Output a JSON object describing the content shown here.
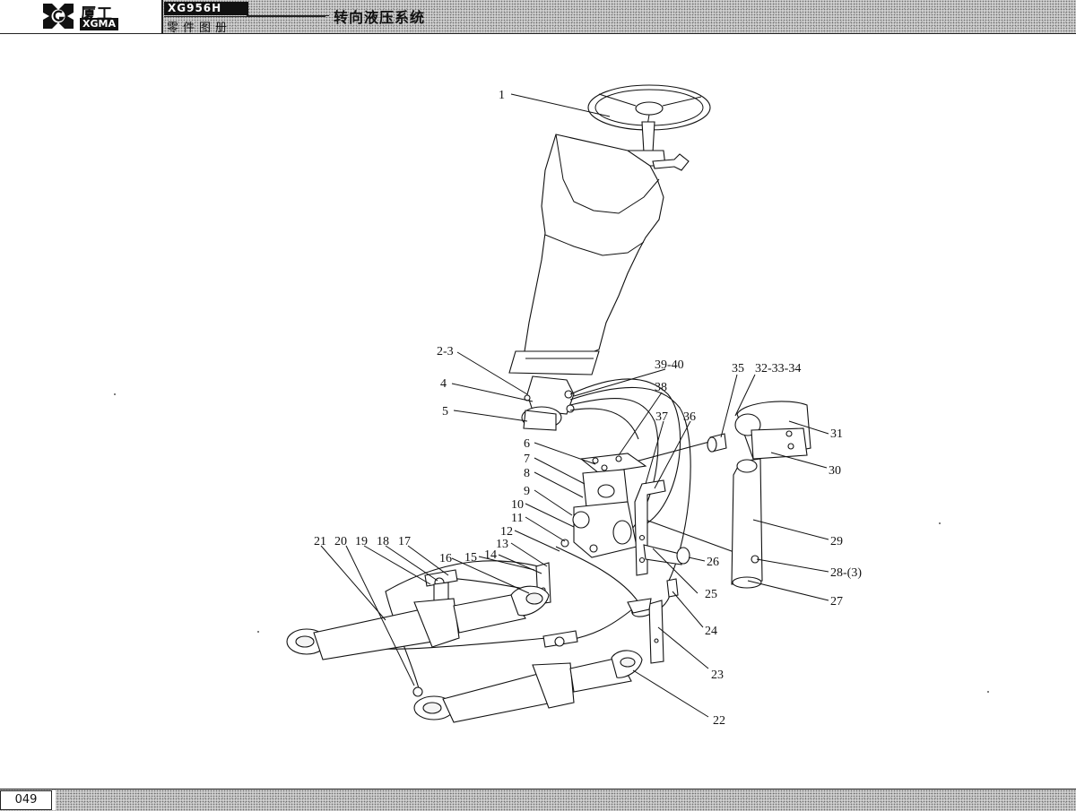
{
  "header": {
    "brand_cn": "厦工",
    "brand_en": "XGMA",
    "model": "XG956H",
    "catalog": "零件图册",
    "section_title": "转向液压系统"
  },
  "footer": {
    "page_number": "049"
  },
  "callouts": {
    "c1": "1",
    "c2_3": "2-3",
    "c4": "4",
    "c5": "5",
    "c6": "6",
    "c7": "7",
    "c8": "8",
    "c9": "9",
    "c10": "10",
    "c11": "11",
    "c12": "12",
    "c13": "13",
    "c14": "14",
    "c15": "15",
    "c16": "16",
    "c17": "17",
    "c18": "18",
    "c19": "19",
    "c20": "20",
    "c21": "21",
    "c22": "22",
    "c23": "23",
    "c24": "24",
    "c25": "25",
    "c26": "26",
    "c27": "27",
    "c28_3": "28-(3)",
    "c29": "29",
    "c30": "30",
    "c31": "31",
    "c32_33_34": "32-33-34",
    "c35": "35",
    "c36": "36",
    "c37": "37",
    "c38": "38",
    "c39_40": "39-40"
  }
}
